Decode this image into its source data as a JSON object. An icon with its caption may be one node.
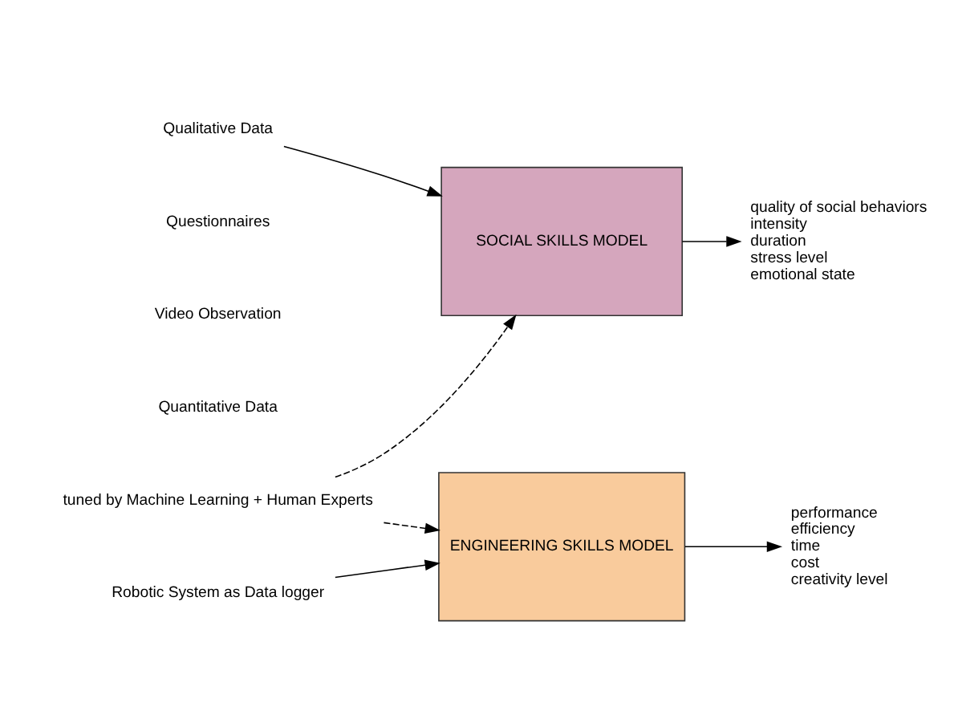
{
  "diagram": {
    "nodes": [
      {
        "text": [
          "Qualitative Data"
        ]
      },
      {
        "text": [
          "SOCIAL SKILLS MODEL"
        ]
      },
      {
        "text": [
          "quality of social behaviors",
          "intensity",
          "duration",
          "stress level",
          "emotional state"
        ]
      },
      {
        "text": [
          "Robotic System as Data logger"
        ]
      },
      {
        "text": [
          "ENGINEERING SKILLS MODEL"
        ]
      },
      {
        "text": [
          "performance",
          "efficiency",
          "time",
          "cost",
          "creativity level"
        ]
      },
      {
        "text": [
          "tuned by Machine Learning + Human Experts"
        ]
      }
    ],
    "edges": [
      {
        "from": 0,
        "to": 1,
        "arrow": "to"
      },
      {
        "from": 1,
        "to": 2,
        "arrow": "to"
      },
      {
        "from": 3,
        "to": 4,
        "arrow": "to"
      },
      {
        "from": 4,
        "to": 5,
        "arrow": "to"
      },
      {
        "from": 6,
        "to": 1,
        "arrow": "to",
        "style": "dashed"
      },
      {
        "from": 6,
        "to": 4,
        "arrow": "to",
        "style": "dashed"
      }
    ],
    "labels": [
      "Questionnaires",
      "Video Observation",
      "Quantitative Data"
    ]
  }
}
